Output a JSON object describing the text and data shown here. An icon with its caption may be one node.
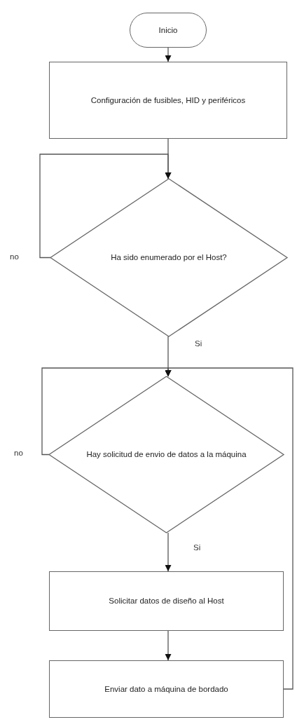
{
  "diagram": {
    "nodes": [
      {
        "text": [
          "Inicio"
        ]
      },
      {
        "text": [
          "Configuración de fusibles, HID y periféricos"
        ]
      },
      {
        "text": [
          "Ha sido enumerado por el Host?"
        ]
      },
      {
        "text": [
          "Hay solicitud de envio de datos a la máquina"
        ]
      },
      {
        "text": [
          "Solicitar datos de diseño al Host"
        ]
      },
      {
        "text": [
          "Enviar dato a máquina de bordado"
        ]
      }
    ],
    "edges": [
      {
        "from": 0,
        "to": 1,
        "arrow": "to"
      },
      {
        "from": 1,
        "to": 2,
        "arrow": "to"
      },
      {
        "from": 2,
        "to": 2,
        "arrow": "to",
        "label": "no"
      },
      {
        "from": 2,
        "to": 3,
        "arrow": "to",
        "label": "Si"
      },
      {
        "from": 3,
        "to": 3,
        "arrow": "to",
        "label": "no"
      },
      {
        "from": 3,
        "to": 4,
        "arrow": "to",
        "label": "Si"
      },
      {
        "from": 4,
        "to": 5,
        "arrow": "to"
      },
      {
        "from": 5,
        "to": 3,
        "arrow": "to"
      }
    ]
  }
}
